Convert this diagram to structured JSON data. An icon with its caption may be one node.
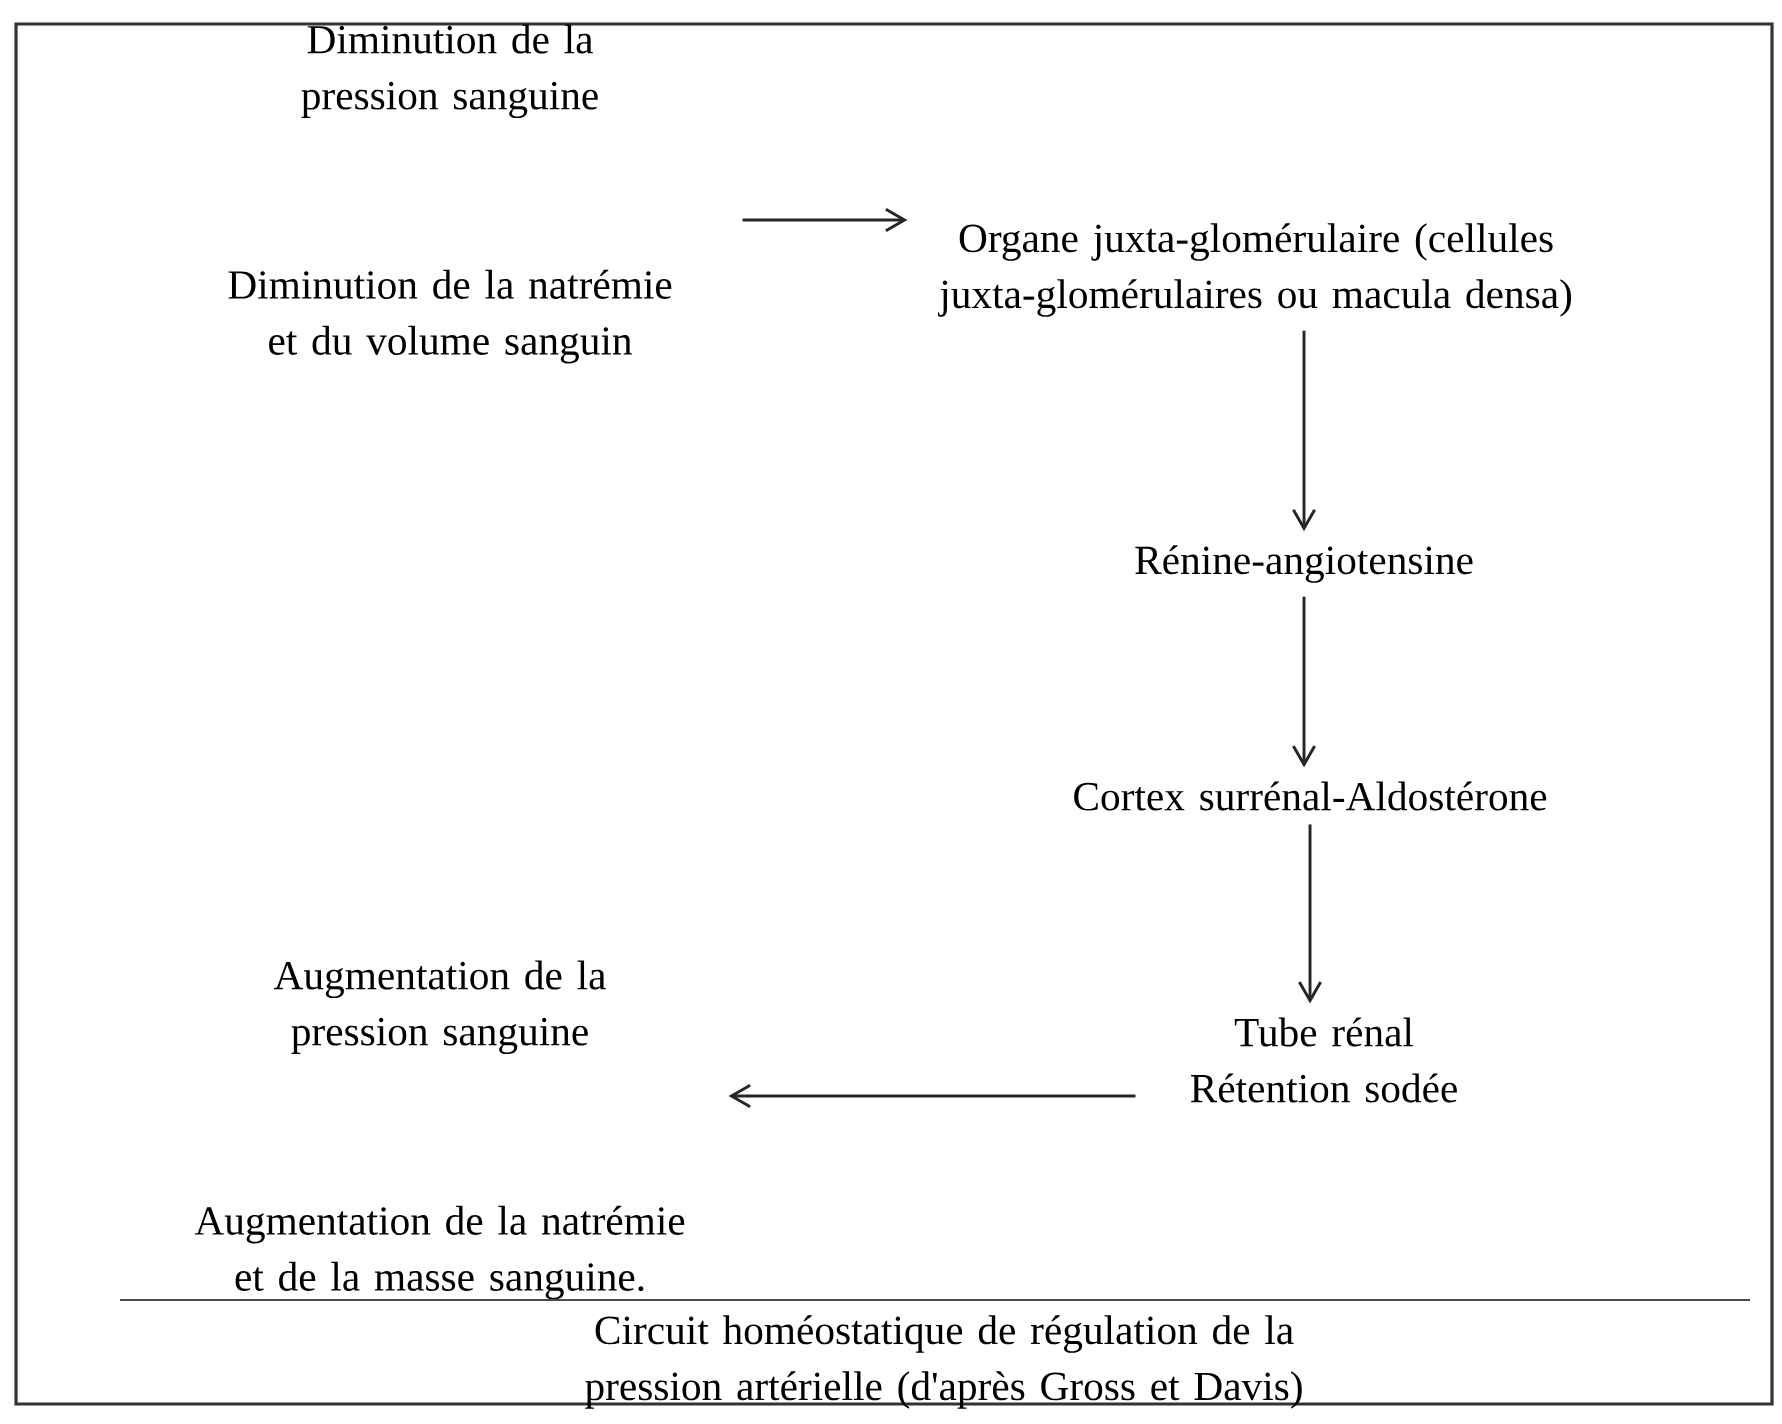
{
  "diagram": {
    "caption": "Circuit homéostatique de régulation de la pression artérielle (d'après Gross et Davis)",
    "nodes": [
      {
        "text": [
          "Diminution de la pression sanguine",
          "Diminution de la natrémie et du volume sanguin"
        ]
      },
      {
        "text": [
          "Organe juxta-glomérulaire (cellules juxta-glomérulaires ou macula densa)"
        ]
      },
      {
        "text": [
          "Rénine-angiotensine"
        ]
      },
      {
        "text": [
          "Cortex surrénal-Aldostérone"
        ]
      },
      {
        "text": [
          "Tube rénal Rétention sodée"
        ]
      },
      {
        "text": [
          "Augmentation de la pression sanguine",
          "Augmentation de la natrémie et de la masse sanguine."
        ]
      }
    ],
    "edges": [
      {
        "from": 0,
        "to": 1,
        "arrow": "to"
      },
      {
        "from": 1,
        "to": 2,
        "arrow": "to"
      },
      {
        "from": 2,
        "to": 3,
        "arrow": "to"
      },
      {
        "from": 3,
        "to": 4,
        "arrow": "to"
      },
      {
        "from": 4,
        "to": 5,
        "arrow": "to"
      }
    ]
  }
}
